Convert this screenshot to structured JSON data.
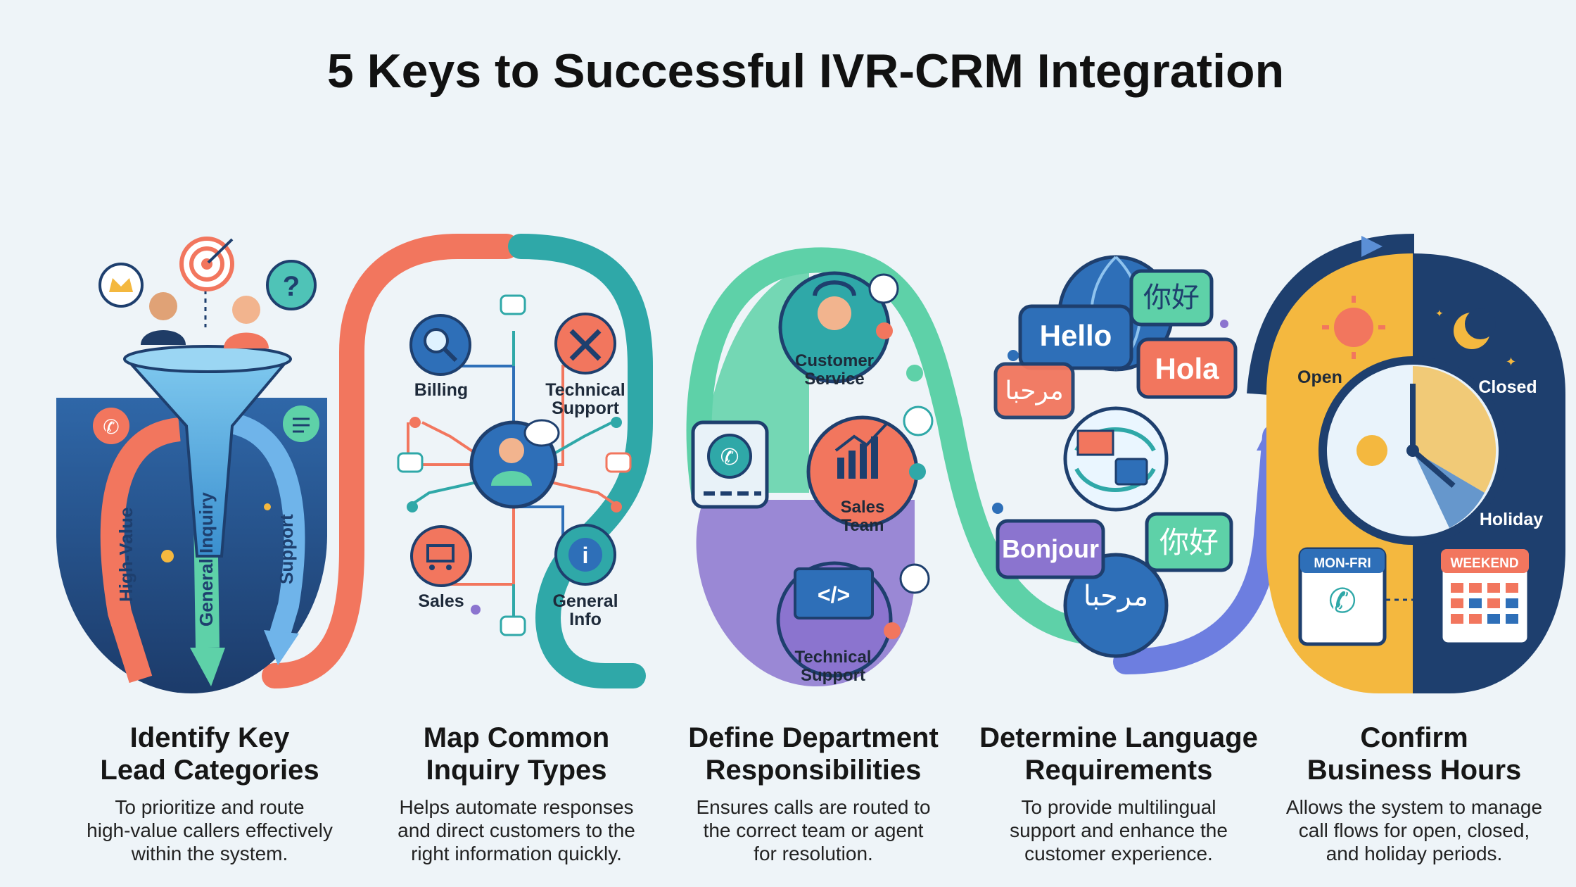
{
  "title": "5 Keys to Successful IVR-CRM Integration",
  "colors": {
    "coral": "#f2765e",
    "teal": "#2fa8a8",
    "mint": "#5ed1a8",
    "navy": "#1e3f6e",
    "blue": "#2e6fb8",
    "purple": "#8b74cf",
    "yellow": "#f4b83f"
  },
  "steps": [
    {
      "heading_line1": "Identify Key",
      "heading_line2": "Lead Categories",
      "desc_line1": "To prioritize and route",
      "desc_line2": "high-value callers effectively",
      "desc_line3": "within the system.",
      "labels": {
        "high_value": "High-Value",
        "general_inquiry": "General Inquiry",
        "support": "Support"
      }
    },
    {
      "heading_line1": "Map Common",
      "heading_line2": "Inquiry Types",
      "desc_line1": "Helps automate responses",
      "desc_line2": "and direct customers to the",
      "desc_line3": "right information quickly.",
      "labels": {
        "billing": "Billing",
        "tech_line1": "Technical",
        "tech_line2": "Support",
        "sales": "Sales",
        "general_line1": "General",
        "general_line2": "Info"
      }
    },
    {
      "heading_line1": "Define Department",
      "heading_line2": "Responsibilities",
      "desc_line1": "Ensures calls are routed to",
      "desc_line2": "the correct team or agent",
      "desc_line3": "for resolution.",
      "labels": {
        "cs_line1": "Customer",
        "cs_line2": "Service",
        "sales_line1": "Sales",
        "sales_line2": "Team",
        "tech_line1": "Technical",
        "tech_line2": "Support"
      }
    },
    {
      "heading_line1": "Determine Language",
      "heading_line2": "Requirements",
      "desc_line1": "To provide multilingual",
      "desc_line2": "support and enhance the",
      "desc_line3": "customer experience.",
      "labels": {
        "hello": "Hello",
        "nihao_top": "你好",
        "hola": "Hola",
        "marhaba_top": "مرحبا",
        "bonjour": "Bonjour",
        "nihao_bottom": "你好",
        "marhaba_bottom": "مرحبا"
      }
    },
    {
      "heading_line1": "Confirm",
      "heading_line2": "Business Hours",
      "desc_line1": "Allows the system to manage",
      "desc_line2": "call flows for open, closed,",
      "desc_line3": "and holiday periods.",
      "labels": {
        "open": "Open",
        "closed": "Closed",
        "holiday": "Holiday",
        "mon_fri": "MON-FRI",
        "weekend": "WEEKEND"
      }
    }
  ]
}
